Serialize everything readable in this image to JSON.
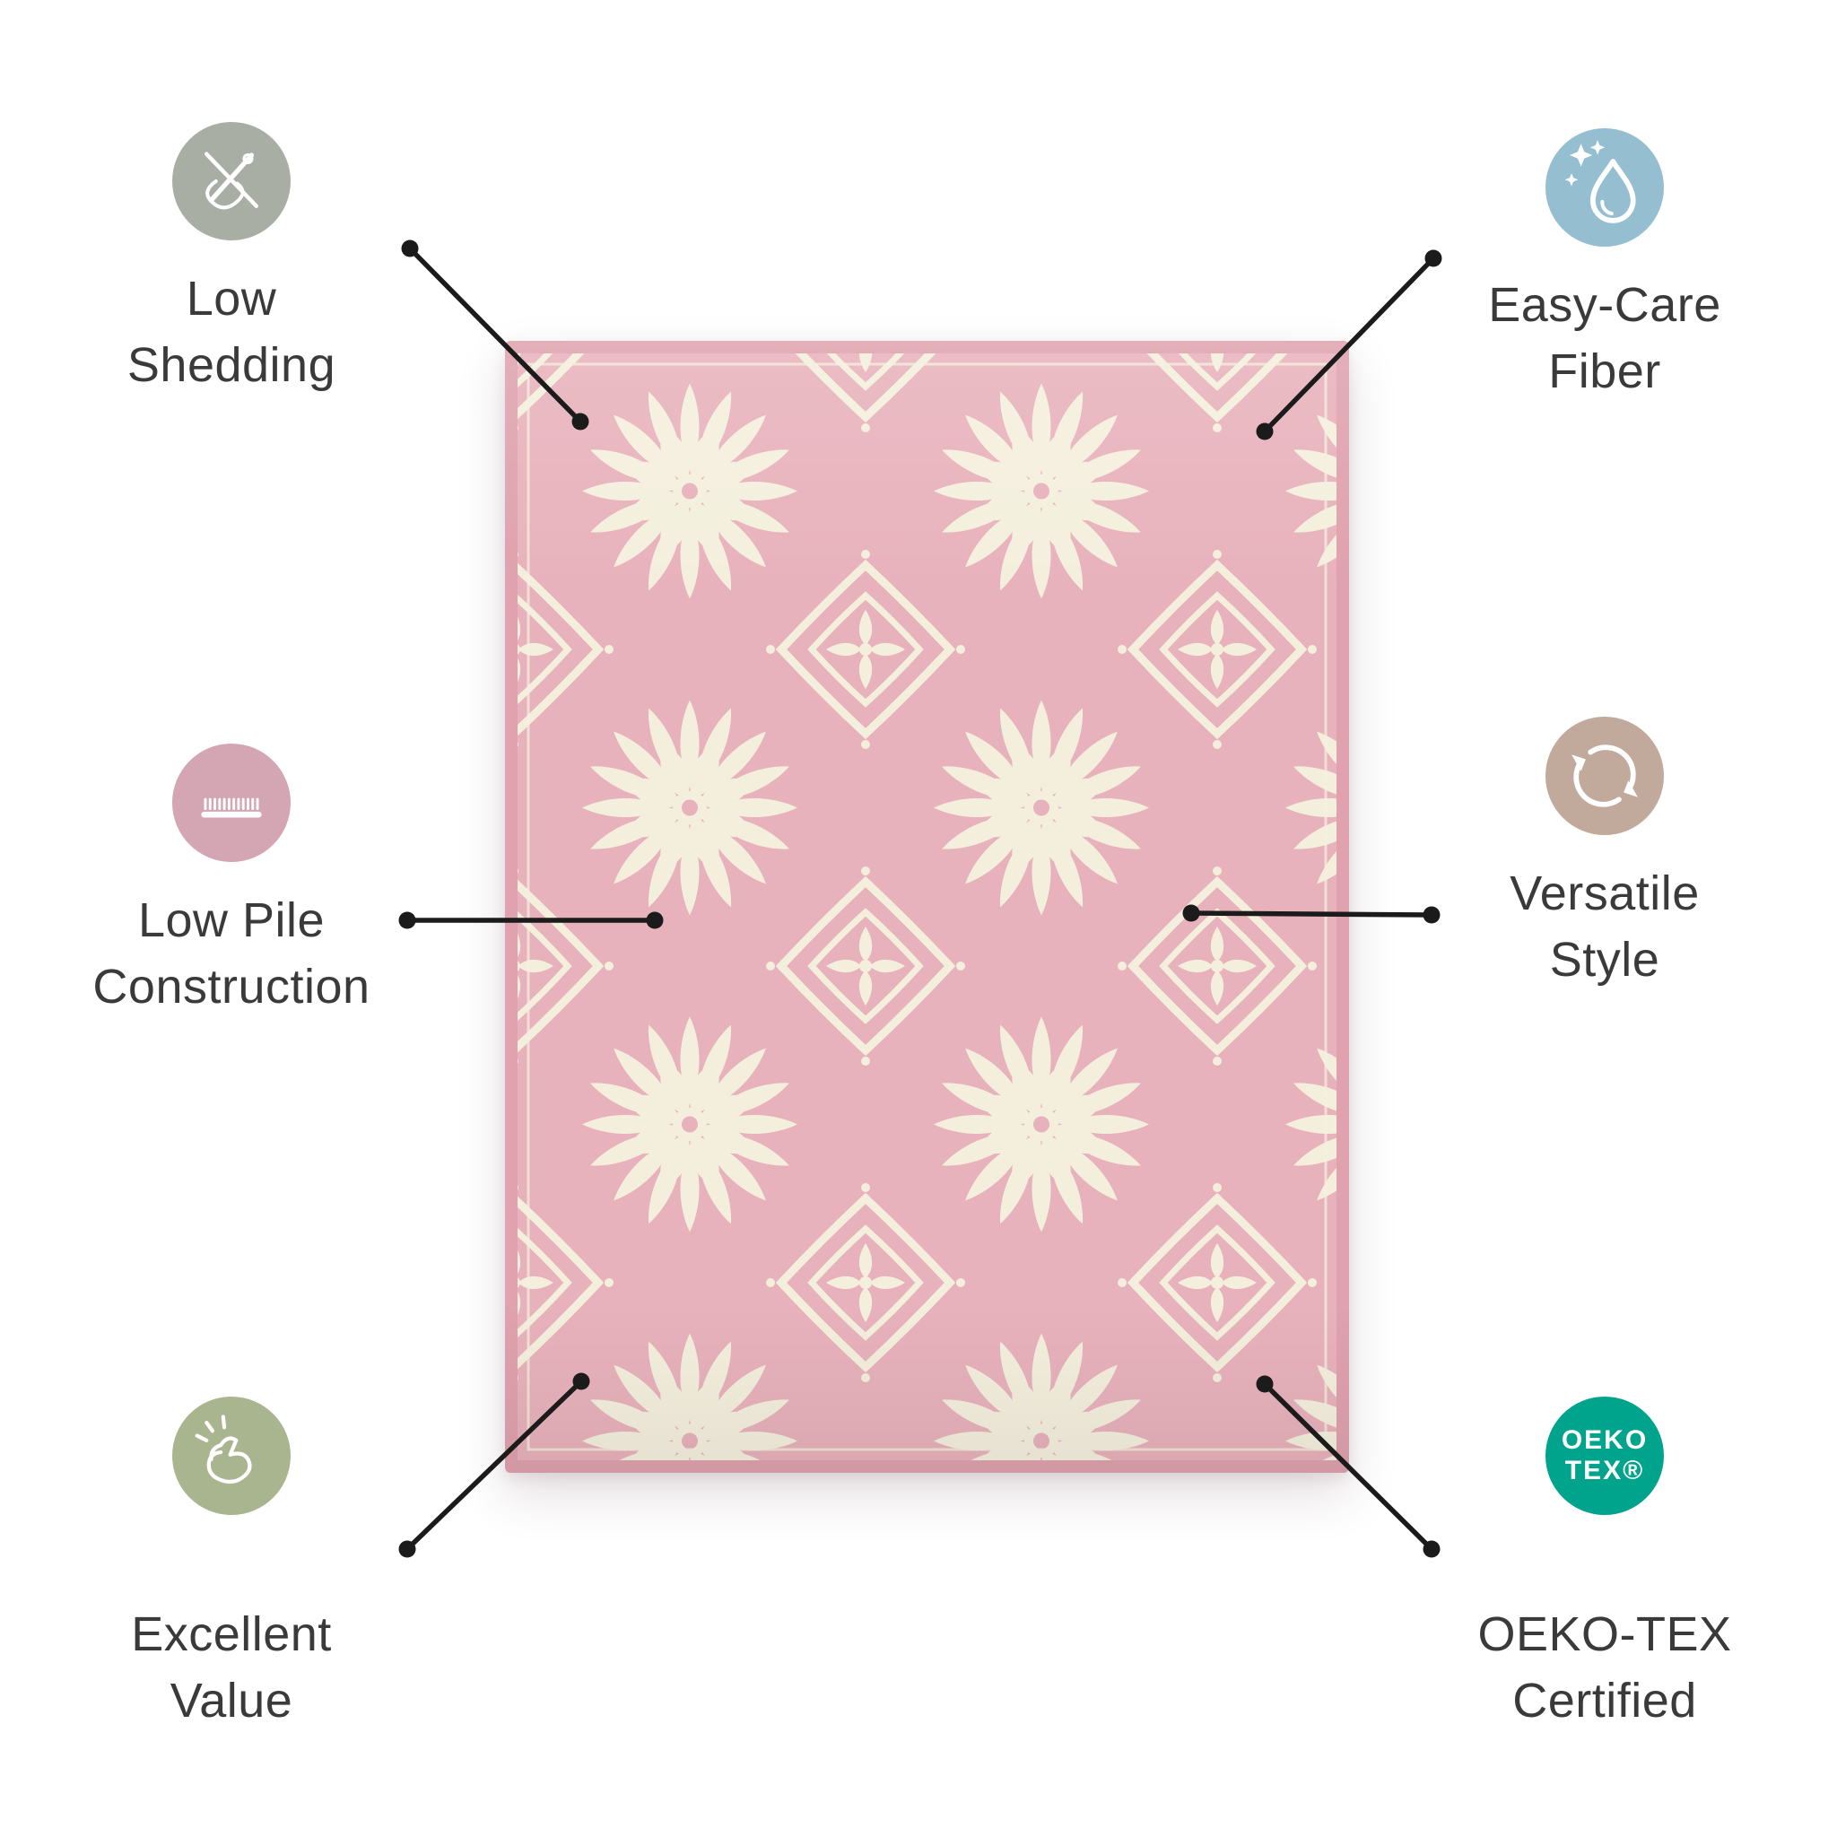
{
  "canvas": {
    "background": "#ffffff",
    "connector_color": "#1b1b1b",
    "label_color": "#3a3a3a"
  },
  "product": {
    "type": "area-rug",
    "pattern_style": "floral-medallion-damask",
    "base_color": "#e8b2bc",
    "pattern_color": "#f4efdd",
    "edge_color": "#dfa2ae"
  },
  "features": [
    {
      "position": "top-left",
      "label_line1": "Low",
      "label_line2": "Shedding",
      "icon": "needle-thread-no-shed-icon",
      "icon_bg": "#a9aea5"
    },
    {
      "position": "top-right",
      "label_line1": "Easy-Care",
      "label_line2": "Fiber",
      "icon": "water-drop-sparkle-icon",
      "icon_bg": "#95bed1"
    },
    {
      "position": "middle-left",
      "label_line1": "Low Pile",
      "label_line2": "Construction",
      "icon": "pile-height-ruler-icon",
      "icon_bg": "#d4a6b3"
    },
    {
      "position": "middle-right",
      "label_line1": "Versatile",
      "label_line2": "Style",
      "icon": "rotating-arrows-icon",
      "icon_bg": "#c1aa9b"
    },
    {
      "position": "bottom-left",
      "label_line1": "Excellent",
      "label_line2": "Value",
      "icon": "finger-snap-icon",
      "icon_bg": "#a9b58f"
    },
    {
      "position": "bottom-right",
      "label_line1": "OEKO-TEX",
      "label_line2": "Certified",
      "icon": "oeko-tex-badge-icon",
      "icon_bg": "#00a48c",
      "badge_line1": "OEKO",
      "badge_line2": "TEX®"
    }
  ]
}
